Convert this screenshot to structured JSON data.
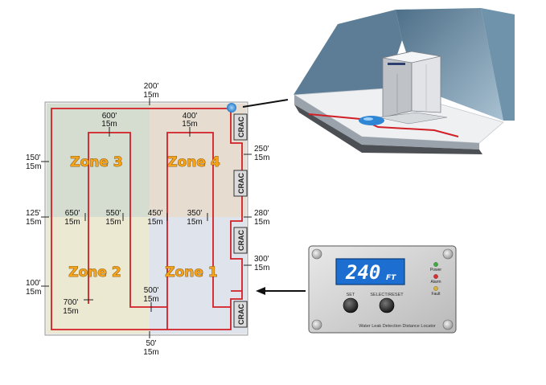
{
  "zones": [
    {
      "id": "3",
      "label": "Zone 3"
    },
    {
      "id": "4",
      "label": "Zone 4"
    },
    {
      "id": "2",
      "label": "Zone 2"
    },
    {
      "id": "1",
      "label": "Zone 1"
    }
  ],
  "crac_units": [
    "CRAC",
    "CRAC",
    "CRAC",
    "CRAC"
  ],
  "distance_markers": [
    {
      "id": "d200",
      "feet": "200'",
      "meters": "15m"
    },
    {
      "id": "d600",
      "feet": "600'",
      "meters": "15m"
    },
    {
      "id": "d400",
      "feet": "400'",
      "meters": "15m"
    },
    {
      "id": "d150",
      "feet": "150'",
      "meters": "15m"
    },
    {
      "id": "d250",
      "feet": "250'",
      "meters": "15m"
    },
    {
      "id": "d125",
      "feet": "125'",
      "meters": "15m"
    },
    {
      "id": "d650",
      "feet": "650'",
      "meters": "15m"
    },
    {
      "id": "d550",
      "feet": "550'",
      "meters": "15m"
    },
    {
      "id": "d450",
      "feet": "450'",
      "meters": "15m"
    },
    {
      "id": "d350",
      "feet": "350'",
      "meters": "15m"
    },
    {
      "id": "d280",
      "feet": "280'",
      "meters": "15m"
    },
    {
      "id": "d300",
      "feet": "300'",
      "meters": "15m"
    },
    {
      "id": "d100",
      "feet": "100'",
      "meters": "15m"
    },
    {
      "id": "d500",
      "feet": "500'",
      "meters": "15m"
    },
    {
      "id": "d700",
      "feet": "700'",
      "meters": "15m"
    },
    {
      "id": "d50",
      "feet": "50'",
      "meters": "15m"
    }
  ],
  "locator": {
    "display_value": "240",
    "display_unit": "FT",
    "set_label": "SET",
    "select_reset_label": "SELECT/RESET",
    "leds": [
      {
        "label": "Power",
        "color": "#3fae3f"
      },
      {
        "label": "Alarm",
        "color": "#d93030"
      },
      {
        "label": "Fault",
        "color": "#d6b23a"
      }
    ],
    "device_name": "Water Leak Detection Distance Locator"
  },
  "colors": {
    "cable": "#d21f26",
    "zone3": "#d4ddcf",
    "zone4": "#e6ddd0",
    "zone2": "#ece9d3",
    "zone1": "#dfe3ec",
    "leak": "#3a8fd6",
    "display_bg": "#1c6fd0"
  }
}
